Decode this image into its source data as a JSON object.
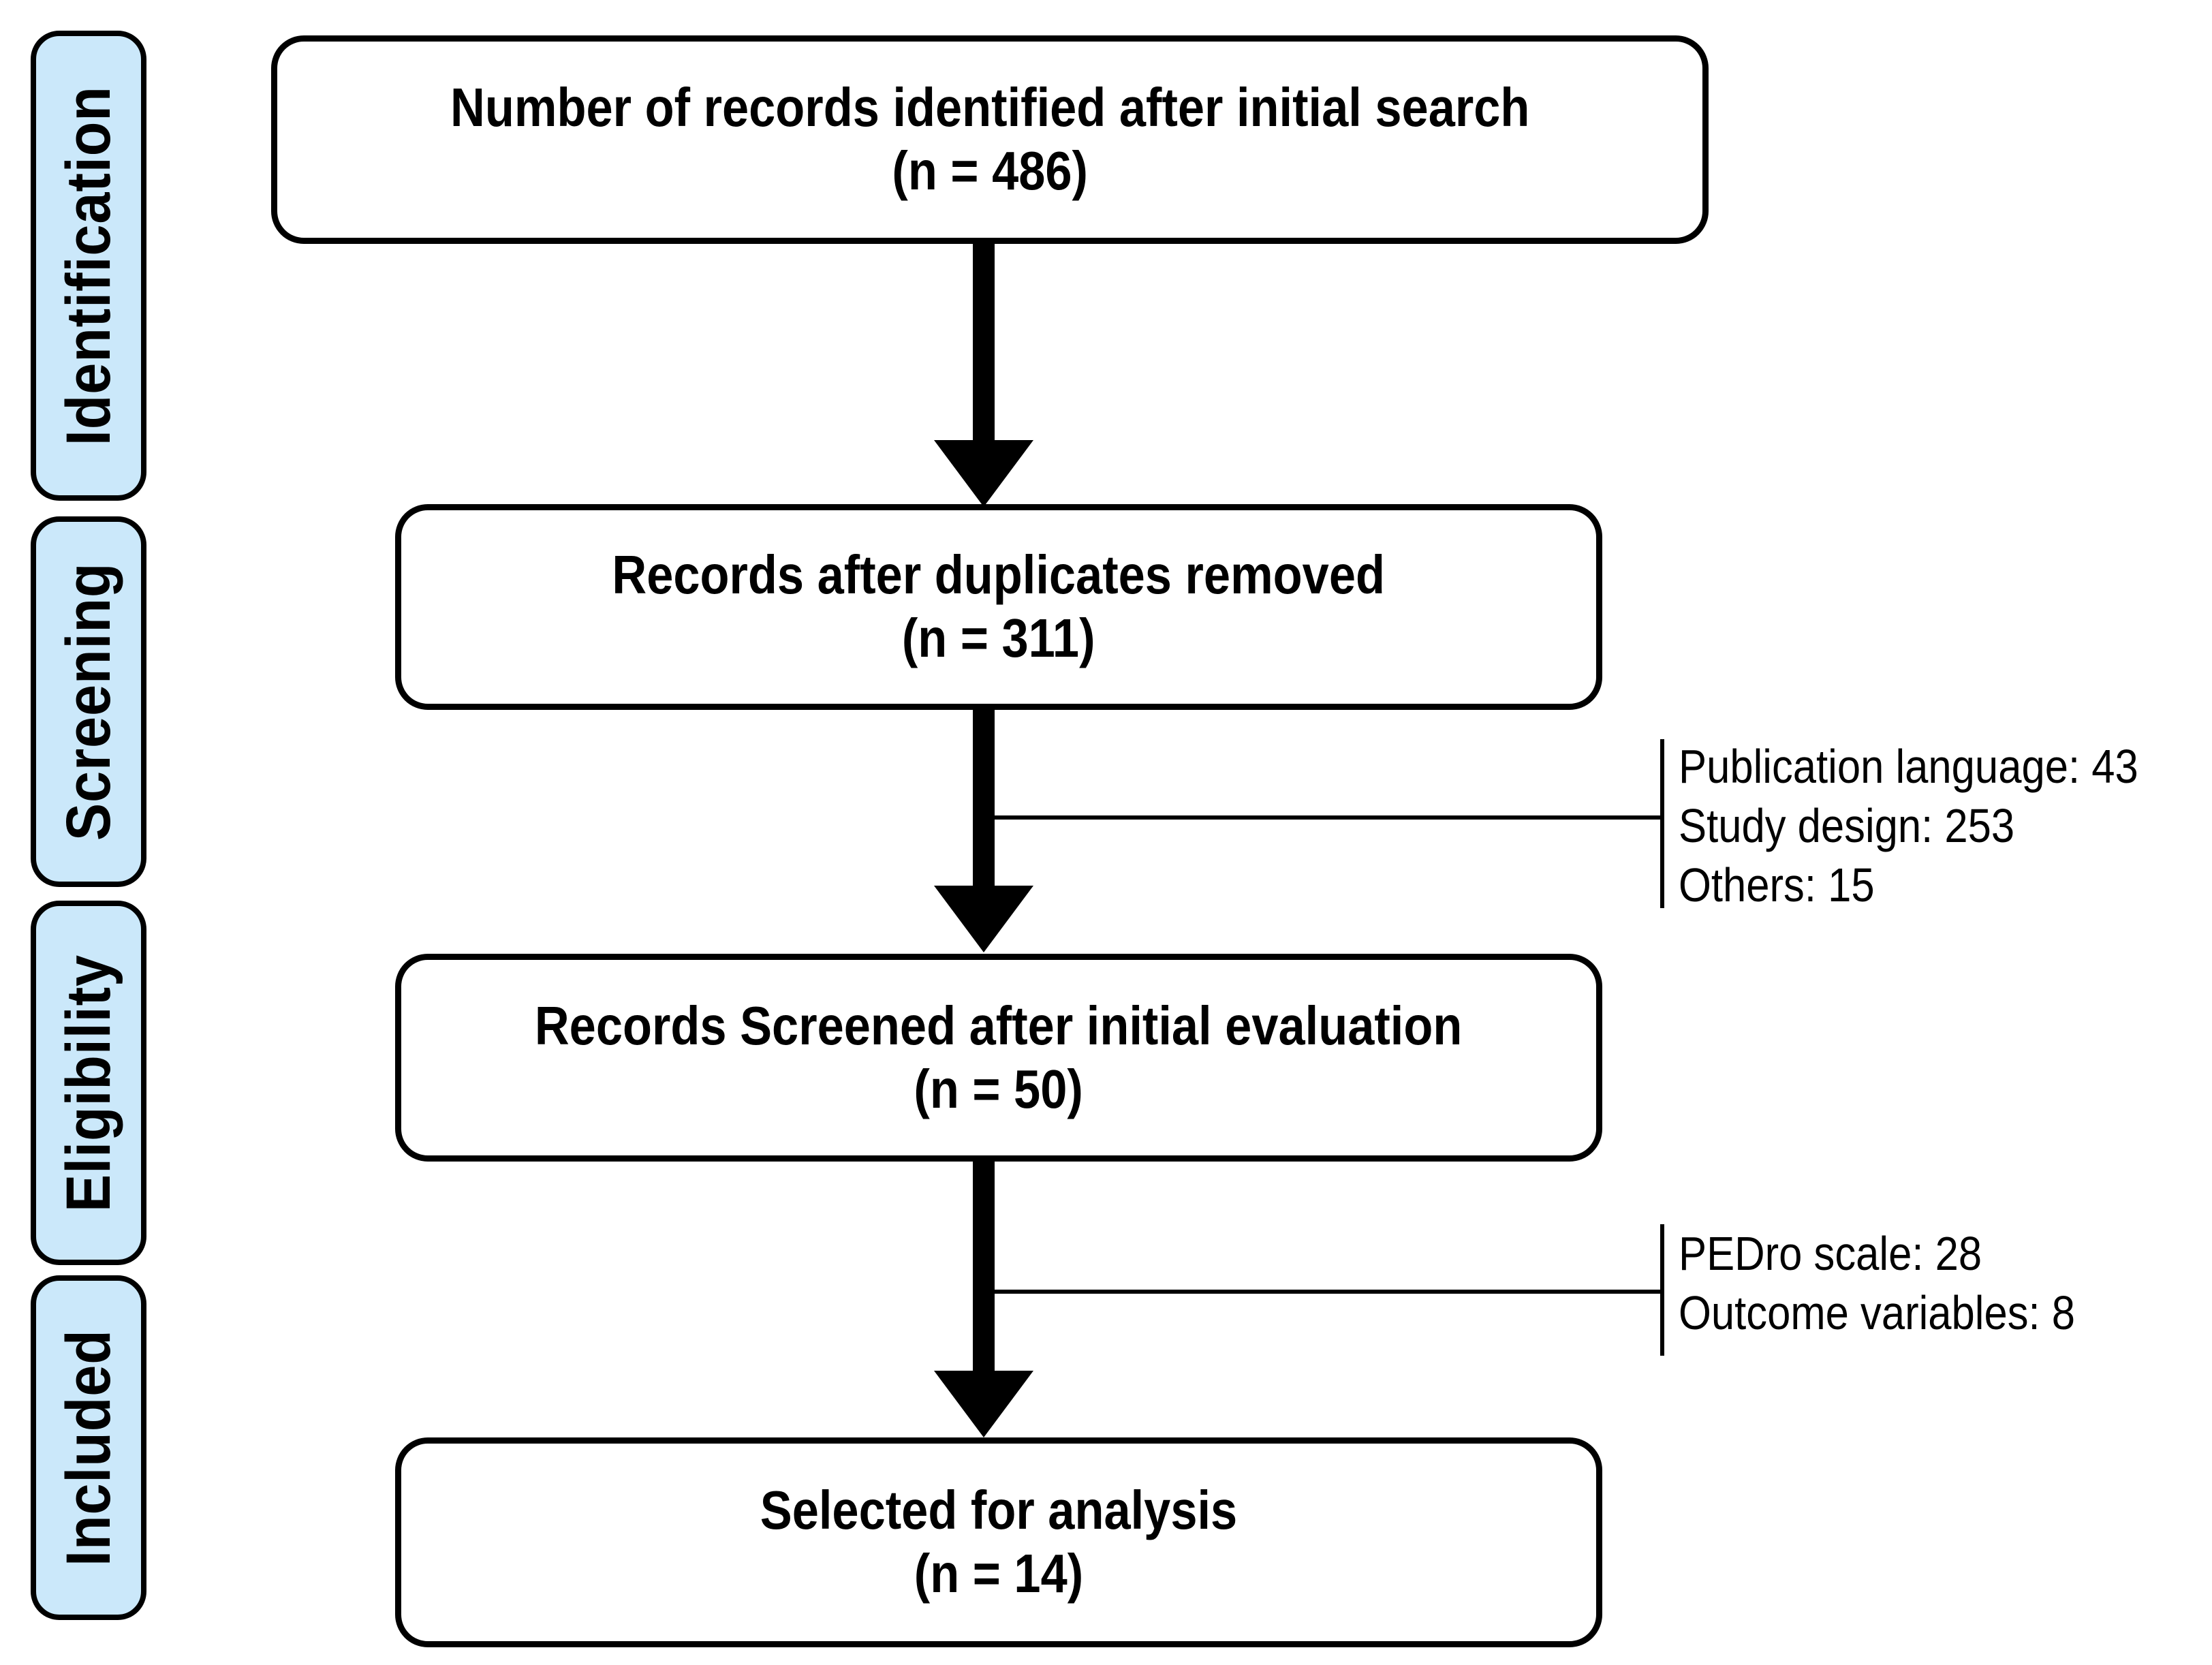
{
  "diagram": {
    "stages": [
      {
        "label": "Identification"
      },
      {
        "label": "Screening"
      },
      {
        "label": "Eligibility"
      },
      {
        "label": "Included"
      }
    ],
    "boxes": [
      {
        "title": "Number of records identified after initial search",
        "count": "(n = 486)"
      },
      {
        "title": "Records after duplicates removed",
        "count": "(n = 311)"
      },
      {
        "title": "Records Screened after initial evaluation",
        "count": "(n = 50)"
      },
      {
        "title": "Selected for analysis",
        "count": "(n = 14)"
      }
    ],
    "exclusions": [
      {
        "lines": [
          "Publication language: 43",
          "Study design: 253",
          "Others: 15"
        ]
      },
      {
        "lines": [
          "PEDro scale: 28",
          "Outcome variables: 8"
        ]
      }
    ],
    "colors": {
      "stage_fill": "#cbe8fa",
      "line": "#000000",
      "box_fill": "#ffffff"
    }
  }
}
